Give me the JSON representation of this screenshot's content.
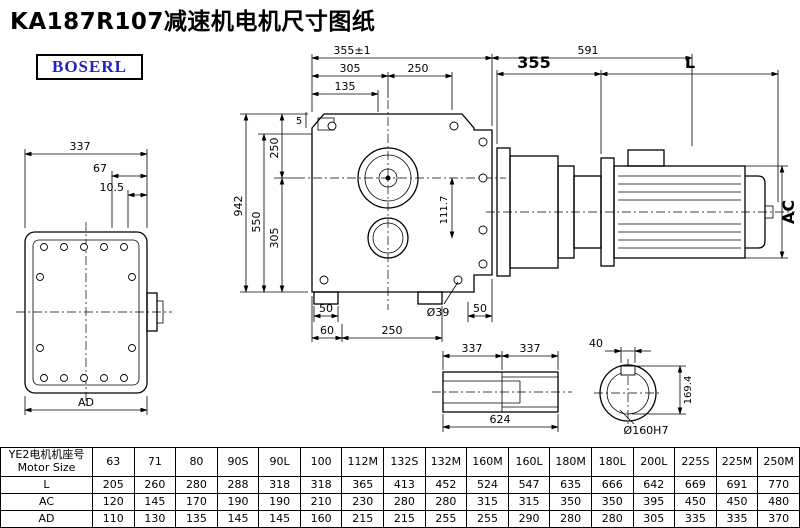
{
  "title": "KA187R107减速机电机尺寸图纸",
  "logo": "BOSERL",
  "drawing": {
    "left_view": {
      "w337": "337",
      "w67": "67",
      "w105": "10.5",
      "wAD": "AD"
    },
    "main_view": {
      "t355": "355±1",
      "t591": "591",
      "t305": "305",
      "t250": "250",
      "t135": "135",
      "l942": "942",
      "l550": "550",
      "l250": "250",
      "l305": "305",
      "l5": "5",
      "r1117": "111.7",
      "b50l": "50",
      "b60": "60",
      "b250": "250",
      "bphi39": "Ø39",
      "b50r": "50"
    },
    "side_view": {
      "t355": "355",
      "tL": "L",
      "rAC": "AC"
    },
    "shaft_view": {
      "t337a": "337",
      "t337b": "337",
      "b624": "624"
    },
    "bore_view": {
      "t40": "40",
      "r1694": "169.4",
      "label": "Ø160H7"
    }
  },
  "table": {
    "header_cn": "YE2电机机座号",
    "header_en": "Motor Size",
    "columns": [
      "63",
      "71",
      "80",
      "90S",
      "90L",
      "100",
      "112M",
      "132S",
      "132M",
      "160M",
      "160L",
      "180M",
      "180L",
      "200L",
      "225S",
      "225M",
      "250M"
    ],
    "rows": [
      {
        "label": "L",
        "values": [
          "205",
          "260",
          "280",
          "288",
          "318",
          "318",
          "365",
          "413",
          "452",
          "524",
          "547",
          "635",
          "666",
          "642",
          "669",
          "691",
          "770"
        ]
      },
      {
        "label": "AC",
        "values": [
          "120",
          "145",
          "170",
          "190",
          "190",
          "210",
          "230",
          "280",
          "280",
          "315",
          "315",
          "350",
          "350",
          "395",
          "450",
          "450",
          "480"
        ]
      },
      {
        "label": "AD",
        "values": [
          "110",
          "130",
          "135",
          "145",
          "145",
          "160",
          "215",
          "215",
          "255",
          "255",
          "290",
          "280",
          "280",
          "305",
          "335",
          "335",
          "370"
        ]
      }
    ]
  }
}
